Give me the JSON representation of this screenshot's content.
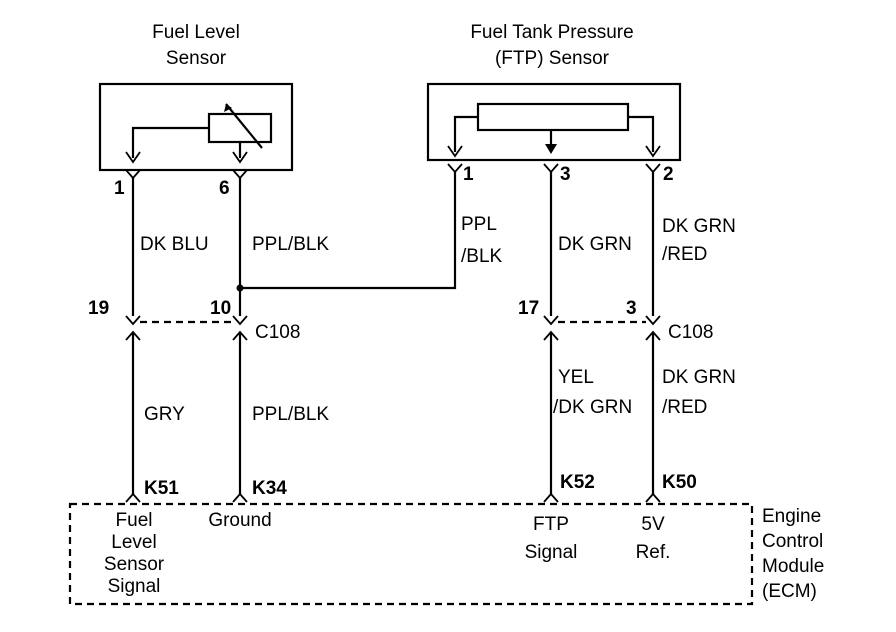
{
  "fuel_level_sensor": {
    "title_line1": "Fuel Level",
    "title_line2": "Sensor",
    "pin_1": "1",
    "pin_6": "6"
  },
  "ftp_sensor": {
    "title_line1": "Fuel Tank Pressure",
    "title_line2": "(FTP) Sensor",
    "pin_1": "1",
    "pin_3": "3",
    "pin_2": "2"
  },
  "wires_upper": {
    "dk_blu": "DK BLU",
    "ppl_blk": "PPL/BLK",
    "ppl_line1": "PPL",
    "ppl_line2": "/BLK",
    "dk_grn": "DK GRN",
    "dk_grn_red_line1": "DK GRN",
    "dk_grn_red_line2": "/RED"
  },
  "connector_left": {
    "pin_19": "19",
    "pin_10": "10",
    "name": "C108"
  },
  "connector_right": {
    "pin_17": "17",
    "pin_3": "3",
    "name": "C108"
  },
  "wires_lower": {
    "gry": "GRY",
    "ppl_blk": "PPL/BLK",
    "yel_line1": "YEL",
    "yel_line2": "/DK GRN",
    "dk_grn_red_line1": "DK GRN",
    "dk_grn_red_line2": "/RED"
  },
  "ecm_pins": {
    "k51": "K51",
    "k34": "K34",
    "k52": "K52",
    "k50": "K50"
  },
  "ecm_labels": {
    "fuel_level_signal": [
      "Fuel",
      "Level",
      "Sensor",
      "Signal"
    ],
    "ground": "Ground",
    "ftp_signal": [
      "FTP",
      "Signal"
    ],
    "ref_5v": [
      "5V",
      "Ref."
    ]
  },
  "ecm_title": [
    "Engine",
    "Control",
    "Module",
    "(ECM)"
  ]
}
